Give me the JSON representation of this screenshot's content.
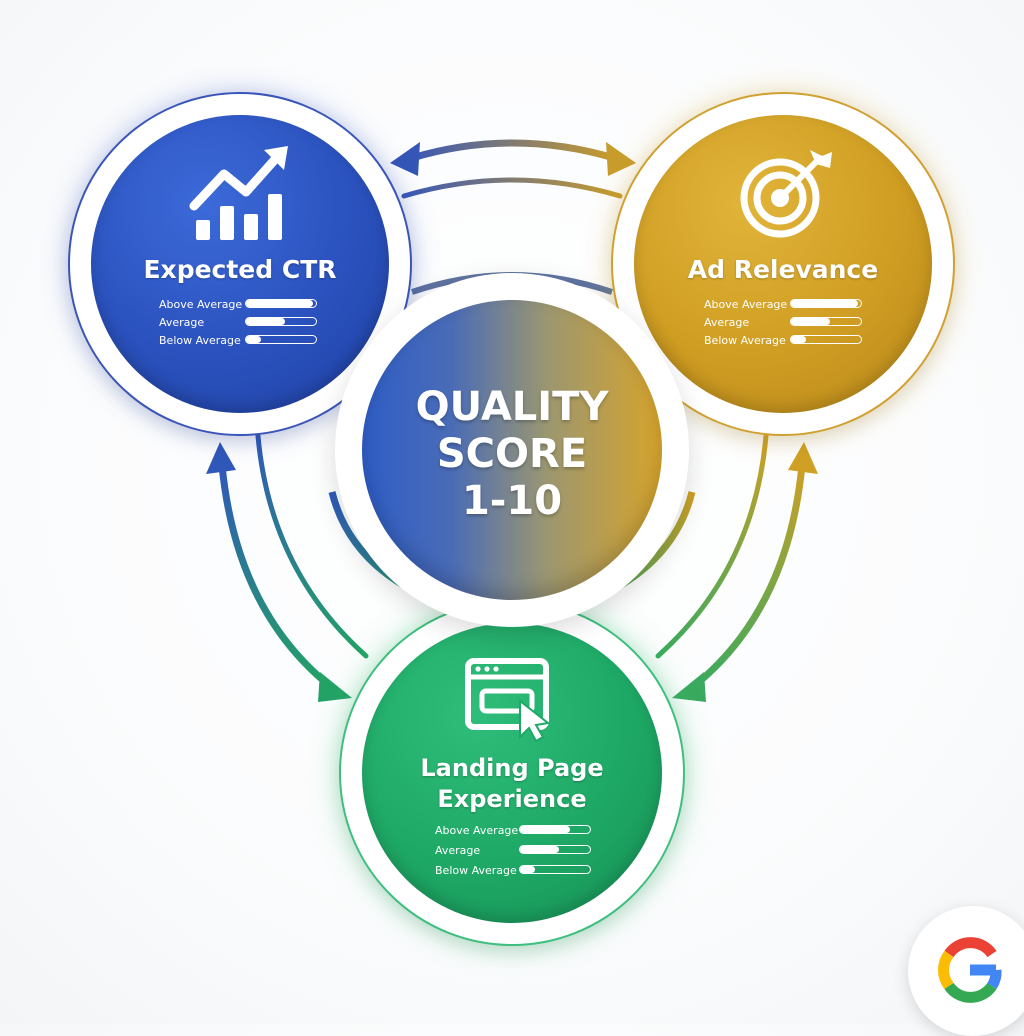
{
  "center": {
    "lines": [
      "QUALITY",
      "SCORE",
      "1-10"
    ]
  },
  "nodes": {
    "ctr": {
      "title": "Expected CTR",
      "icon": "bar-chart-trend-icon",
      "color": "#2a51bd",
      "ratings": [
        {
          "label": "Above Average",
          "level": 0.95
        },
        {
          "label": "Average",
          "level": 0.55
        },
        {
          "label": "Below Average",
          "level": 0.22
        }
      ]
    },
    "ad": {
      "title": "Ad Relevance",
      "icon": "target-arrow-icon",
      "color": "#cf9d22",
      "ratings": [
        {
          "label": "Above Average",
          "level": 0.95
        },
        {
          "label": "Average",
          "level": 0.55
        },
        {
          "label": "Below Average",
          "level": 0.22
        }
      ]
    },
    "lp": {
      "title_lines": [
        "Landing Page",
        "Experience"
      ],
      "icon": "browser-click-icon",
      "color": "#1ea865",
      "ratings": [
        {
          "label": "Above Average",
          "level": 0.72
        },
        {
          "label": "Average",
          "level": 0.55
        },
        {
          "label": "Below Average",
          "level": 0.22
        }
      ]
    }
  },
  "badge": {
    "icon": "google-logo-icon",
    "colors": {
      "red": "#ea4335",
      "yellow": "#fbbc05",
      "green": "#34a853",
      "blue": "#4285f4"
    }
  }
}
